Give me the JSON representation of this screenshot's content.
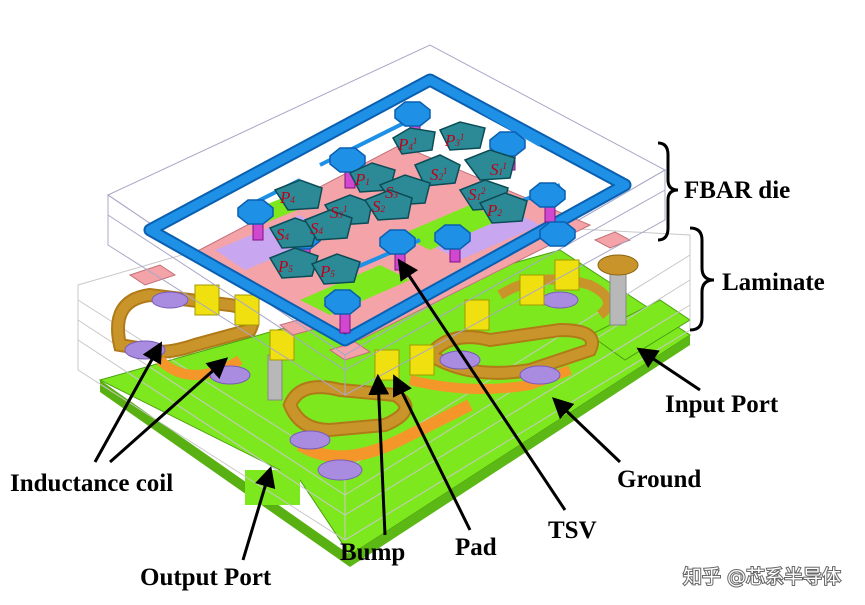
{
  "labels": {
    "fbar_die": "FBAR die",
    "laminate": "Laminate",
    "input_port": "Input Port",
    "ground": "Ground",
    "inductance_coil": "Inductance coil",
    "output_port": "Output Port",
    "bump": "Bump",
    "pad": "Pad",
    "tsv": "TSV"
  },
  "resonators": [
    {
      "name": "P",
      "sub": "4",
      "sub2": "1"
    },
    {
      "name": "P",
      "sub": "3",
      "sub2": "1"
    },
    {
      "name": "S",
      "sub": "1",
      "sub2": "1"
    },
    {
      "name": "P",
      "sub": "1",
      "sub2": ""
    },
    {
      "name": "S",
      "sub": "3",
      "sub2": ""
    },
    {
      "name": "S",
      "sub": "2",
      "sub2": "1"
    },
    {
      "name": "S",
      "sub": "1",
      "sub2": "2"
    },
    {
      "name": "P",
      "sub": "4",
      "sub2": ""
    },
    {
      "name": "S",
      "sub": "3",
      "sub2": "1"
    },
    {
      "name": "S",
      "sub": "2",
      "sub2": ""
    },
    {
      "name": "P",
      "sub": "2",
      "sub2": ""
    },
    {
      "name": "S",
      "sub": "4",
      "sub2": ""
    },
    {
      "name": "S",
      "sub": "4",
      "sub2": ""
    },
    {
      "name": "P",
      "sub": "5",
      "sub2": ""
    },
    {
      "name": "P",
      "sub": "5",
      "sub2": ""
    }
  ],
  "watermark": "知乎 @芯系半导体",
  "colors": {
    "ground": "#7ee81e",
    "coil_gold": "#c9952b",
    "coil_orange": "#f5962a",
    "pad_purple": "#a98be0",
    "pink": "#f4a3a8",
    "blue": "#1e90e6",
    "teal": "#2b8a96",
    "tsv": "#c030c0",
    "yellow": "#f0e010"
  }
}
